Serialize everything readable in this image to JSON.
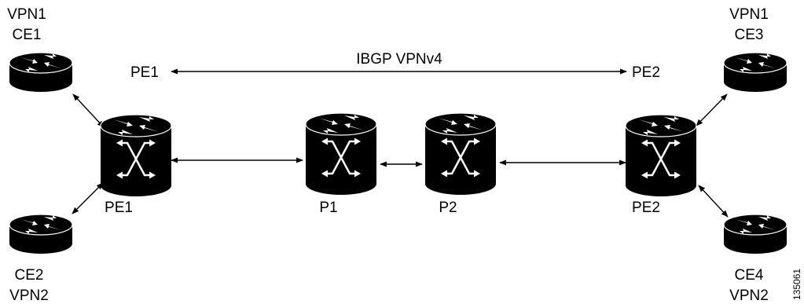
{
  "diagram": {
    "ibgp_label": "IBGP VPNv4",
    "pe1_top": "PE1",
    "pe2_top": "PE2",
    "figure_id": "135061",
    "devices": {
      "ce1": {
        "vpn": "VPN1",
        "name": "CE1"
      },
      "ce2": {
        "vpn": "VPN2",
        "name": "CE2"
      },
      "ce3": {
        "vpn": "VPN1",
        "name": "CE3"
      },
      "ce4": {
        "vpn": "VPN2",
        "name": "CE4"
      },
      "pe1": {
        "name": "PE1"
      },
      "p1": {
        "name": "P1"
      },
      "p2": {
        "name": "P2"
      },
      "pe2": {
        "name": "PE2"
      }
    }
  },
  "colors": {
    "device": "#000000",
    "device_face": "#ffffff",
    "line": "#000000"
  }
}
